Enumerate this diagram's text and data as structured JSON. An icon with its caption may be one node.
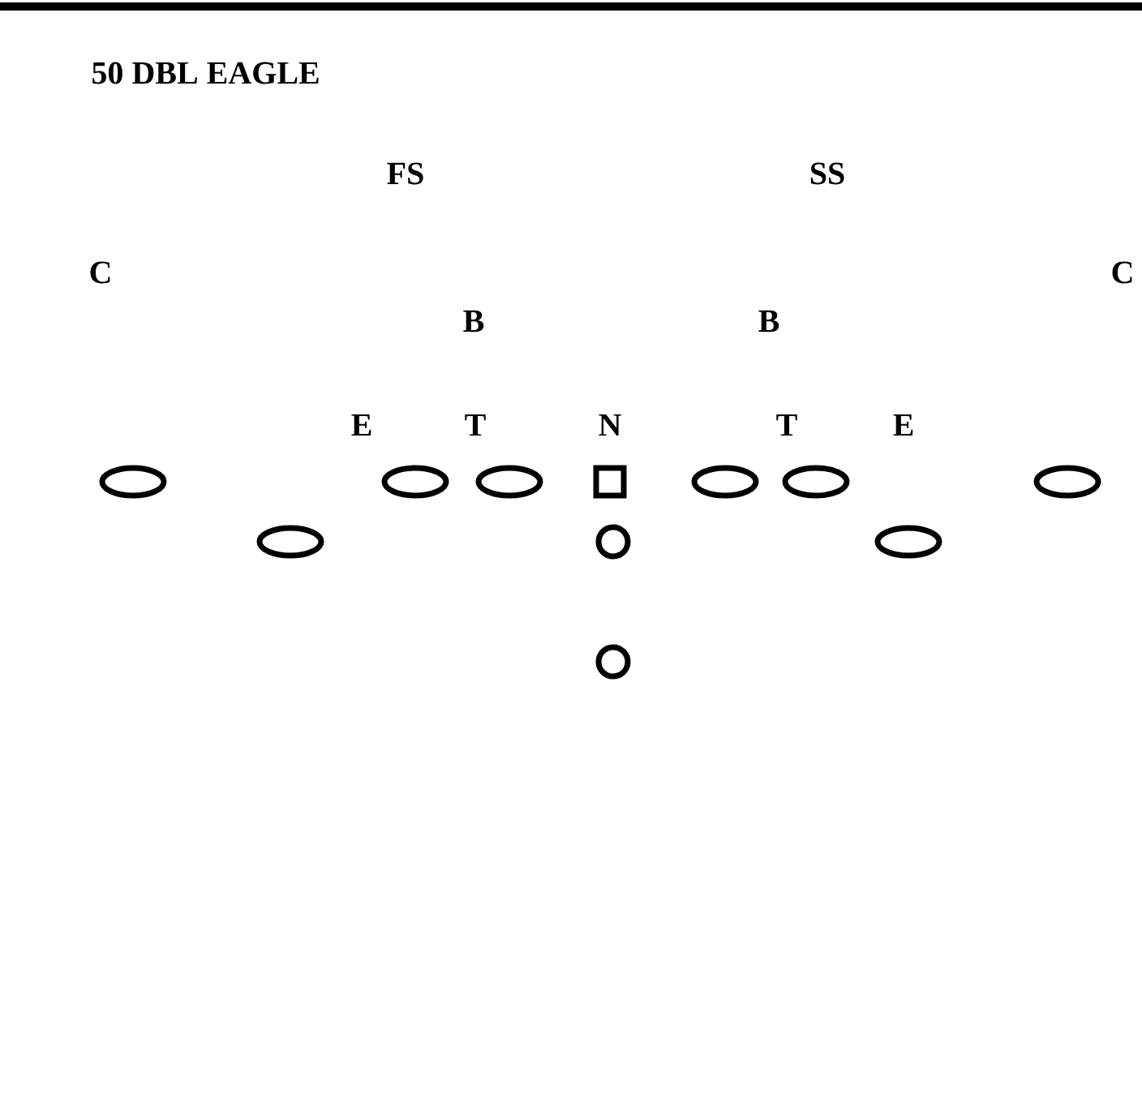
{
  "diagram": {
    "title": "50 DBL EAGLE",
    "nodes": [
      {
        "text": [],
        "shape": "ellipse"
      },
      {
        "text": [],
        "shape": "ellipse"
      },
      {
        "text": [],
        "shape": "ellipse"
      },
      {
        "text": [],
        "shape": "box"
      },
      {
        "text": [],
        "shape": "ellipse"
      },
      {
        "text": [],
        "shape": "ellipse"
      },
      {
        "text": [],
        "shape": "ellipse"
      },
      {
        "text": [],
        "shape": "ellipse"
      },
      {
        "text": [],
        "shape": "circle"
      },
      {
        "text": [],
        "shape": "ellipse"
      },
      {
        "text": [],
        "shape": "circle"
      }
    ],
    "labels": [
      "FS",
      "SS",
      "C",
      "C",
      "B",
      "B",
      "E",
      "T",
      "N",
      "T",
      "E"
    ]
  }
}
